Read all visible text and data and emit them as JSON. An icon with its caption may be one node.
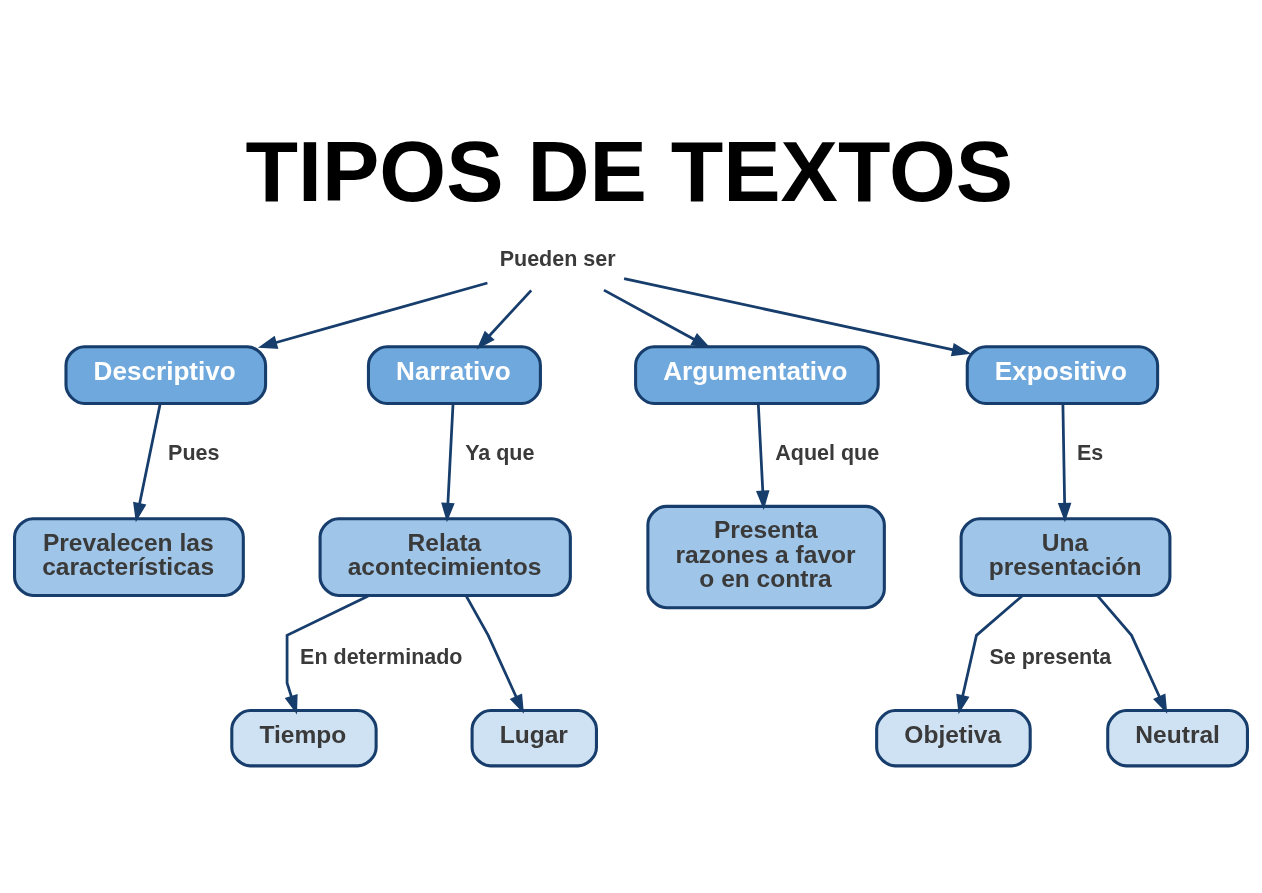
{
  "diagram": {
    "title": "TIPOS DE TEXTOS",
    "nodes": [
      {
        "text": [
          "Pueden ser"
        ]
      },
      {
        "text": [
          "Descriptivo"
        ]
      },
      {
        "text": [
          "Narrativo"
        ]
      },
      {
        "text": [
          "Argumentativo"
        ]
      },
      {
        "text": [
          "Expositivo"
        ]
      },
      {
        "text": [
          "Prevalecen las características"
        ]
      },
      {
        "text": [
          "Relata acontecimientos"
        ]
      },
      {
        "text": [
          "Presenta razones a favor o en contra"
        ]
      },
      {
        "text": [
          "Una presentación"
        ]
      },
      {
        "text": [
          "Tiempo"
        ]
      },
      {
        "text": [
          "Lugar"
        ]
      },
      {
        "text": [
          "Objetiva"
        ]
      },
      {
        "text": [
          "Neutral"
        ]
      }
    ],
    "edges": [
      {
        "from": 0,
        "to": 1,
        "arrow": "to"
      },
      {
        "from": 0,
        "to": 2,
        "arrow": "to"
      },
      {
        "from": 0,
        "to": 3,
        "arrow": "to"
      },
      {
        "from": 0,
        "to": 4,
        "arrow": "to"
      },
      {
        "from": 1,
        "to": 5,
        "arrow": "to",
        "label": "Pues"
      },
      {
        "from": 2,
        "to": 6,
        "arrow": "to",
        "label": "Ya que"
      },
      {
        "from": 3,
        "to": 7,
        "arrow": "to",
        "label": "Aquel que"
      },
      {
        "from": 4,
        "to": 8,
        "arrow": "to",
        "label": "Es"
      },
      {
        "from": 6,
        "to": 9,
        "arrow": "to",
        "label": "En determinado"
      },
      {
        "from": 6,
        "to": 10,
        "arrow": "to"
      },
      {
        "from": 8,
        "to": 11,
        "arrow": "to",
        "label": "Se presenta"
      },
      {
        "from": 8,
        "to": 12,
        "arrow": "to"
      }
    ]
  }
}
